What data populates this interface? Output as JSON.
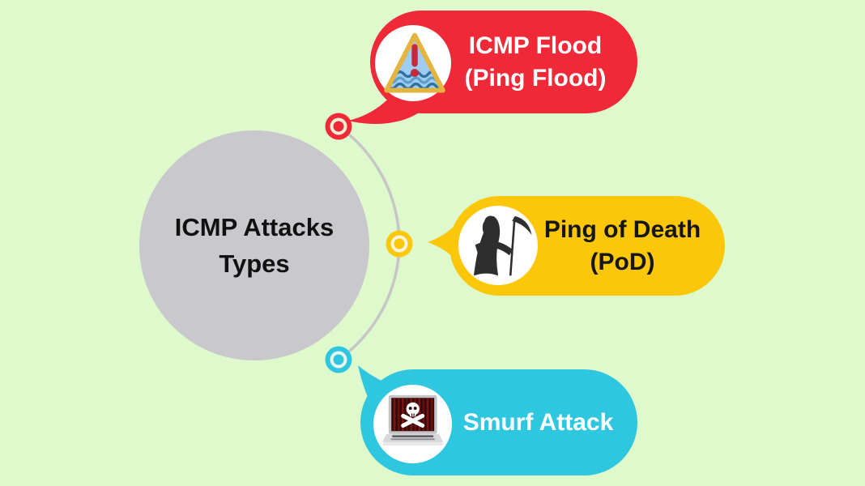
{
  "diagram": {
    "background_color": "#def9cc",
    "connector_color": "#c6c6c6",
    "center": {
      "line1": "ICMP Attacks",
      "line2": "Types",
      "fill_color": "#c9c9cd",
      "text_color": "#111111"
    },
    "nodes": [
      {
        "id": "icmp-flood",
        "line1": "ICMP Flood",
        "line2": "(Ping Flood)",
        "bubble_color": "#ef2937",
        "text_color": "#ffffff",
        "icon": "flood-warning-triangle-icon",
        "dot_color": "#ef2937"
      },
      {
        "id": "ping-of-death",
        "line1": "Ping of Death",
        "line2": "(PoD)",
        "bubble_color": "#fbc708",
        "text_color": "#161616",
        "icon": "grim-reaper-icon",
        "dot_color": "#fbc708"
      },
      {
        "id": "smurf-attack",
        "line1": "Smurf Attack",
        "bubble_color": "#2fc6df",
        "text_color": "#ffffff",
        "icon": "skull-laptop-icon",
        "dot_color": "#2fc6df"
      }
    ]
  }
}
